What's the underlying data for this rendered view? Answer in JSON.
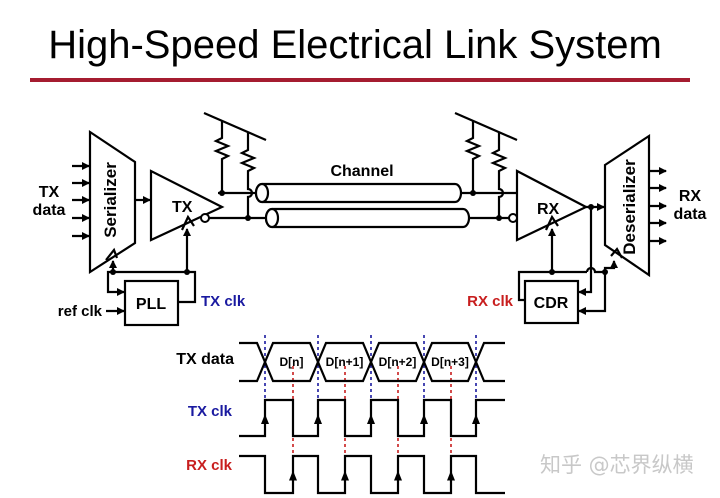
{
  "title": "High-Speed Electrical Link System",
  "colors": {
    "title_rule": "#a51c30",
    "tx_clk": "#1a1aa0",
    "rx_clk": "#c81e1e",
    "watermark": "#c8c8c8"
  },
  "blocks": {
    "serializer": "Serializer",
    "tx": "TX",
    "pll": "PLL",
    "channel": "Channel",
    "rx": "RX",
    "deserializer": "Deserializer",
    "cdr": "CDR"
  },
  "labels": {
    "tx_data_1": "TX",
    "tx_data_2": "data",
    "rx_data_1": "RX",
    "rx_data_2": "data",
    "ref_clk": "ref clk",
    "tx_clk": "TX clk",
    "rx_clk": "RX clk"
  },
  "timing": {
    "rows": [
      "TX data",
      "TX clk",
      "RX clk"
    ],
    "data_symbols": [
      "D[n]",
      "D[n+1]",
      "D[n+2]",
      "D[n+3]"
    ]
  },
  "watermark": "知乎 @芯界纵横"
}
